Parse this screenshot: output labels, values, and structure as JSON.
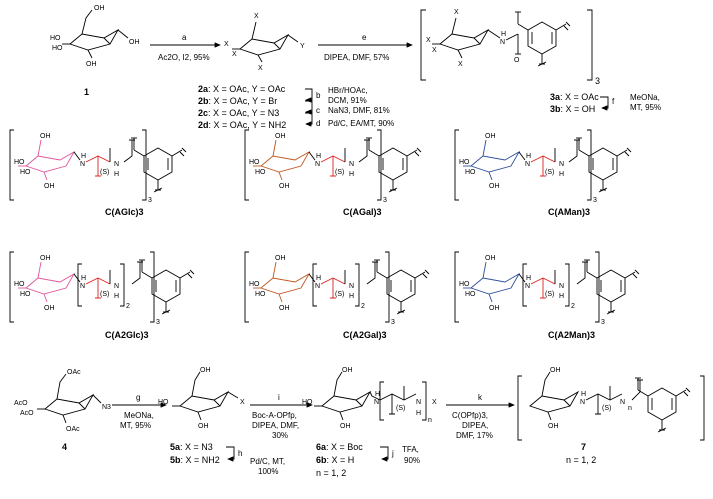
{
  "colors": {
    "glc": "#e0559a",
    "gal": "#c1571f",
    "man": "#2e4f9e",
    "black": "#000000"
  },
  "row1": {
    "cmp1": "1",
    "step_a": "a",
    "cond_a": "Ac2O, I2, 95%",
    "step_e": "e",
    "cond_e": "DIPEA, DMF, 57%",
    "step_b": "b",
    "cond_b1": "HBr/HOAc,",
    "cond_b2": "DCM, 91%",
    "step_c": "c",
    "cond_c": "NaN3, DMF, 81%",
    "step_d": "d",
    "cond_d": "Pd/C, EA/MT, 90%",
    "series2": [
      {
        "id": "2a",
        "text": ": X = OAc, Y = OAc"
      },
      {
        "id": "2b",
        "text": ": X = OAc, Y = Br"
      },
      {
        "id": "2c",
        "text": ": X = OAc, Y = N3"
      },
      {
        "id": "2d",
        "text": ": X = OAc, Y = NH2"
      }
    ],
    "series3": [
      {
        "id": "3a",
        "text": ": X = OAc"
      },
      {
        "id": "3b",
        "text": ": X = OH"
      }
    ],
    "step_f": "f",
    "cond_f1": "MeONa,",
    "cond_f2": "MT, 95%",
    "sub3": "3"
  },
  "row2": [
    "C(AGlc)3",
    "C(AGal)3",
    "C(AMan)3"
  ],
  "row3": [
    "C(A2Glc)3",
    "C(A2Gal)3",
    "C(A2Man)3"
  ],
  "atoms": {
    "OH": "OH",
    "HO": "HO",
    "X": "X",
    "Y": "Y",
    "N": "N",
    "H": "H",
    "O": "O",
    "OAc": "OAc",
    "AcO": "AcO",
    "N3": "N3",
    "S": "(S)",
    "n": "n",
    "sub2": "2",
    "sub3": "3"
  },
  "row4": {
    "cmp4": "4",
    "step_g": "g",
    "cond_g1": "MeONa,",
    "cond_g2": "MT, 95%",
    "series5": [
      {
        "id": "5a",
        "text": ": X = N3"
      },
      {
        "id": "5b",
        "text": ": X = NH2"
      }
    ],
    "step_h": "h",
    "cond_h1": "Pd/C, MT,",
    "cond_h2": "100%",
    "step_i": "i",
    "cond_i1": "Boc-A-OPfp,",
    "cond_i2": "DIPEA, DMF,",
    "cond_i3": "30%",
    "series6": [
      {
        "id": "6a",
        "text": ": X = Boc"
      },
      {
        "id": "6b",
        "text": ": X = H"
      }
    ],
    "n6": "n = 1, 2",
    "step_j": "j",
    "cond_j1": "TFA,",
    "cond_j2": "90%",
    "step_k": "k",
    "cond_k1": "C(OPfp)3,",
    "cond_k2": "DIPEA,",
    "cond_k3": "DMF, 17%",
    "cmp7": "7",
    "n7": "n = 1, 2"
  }
}
